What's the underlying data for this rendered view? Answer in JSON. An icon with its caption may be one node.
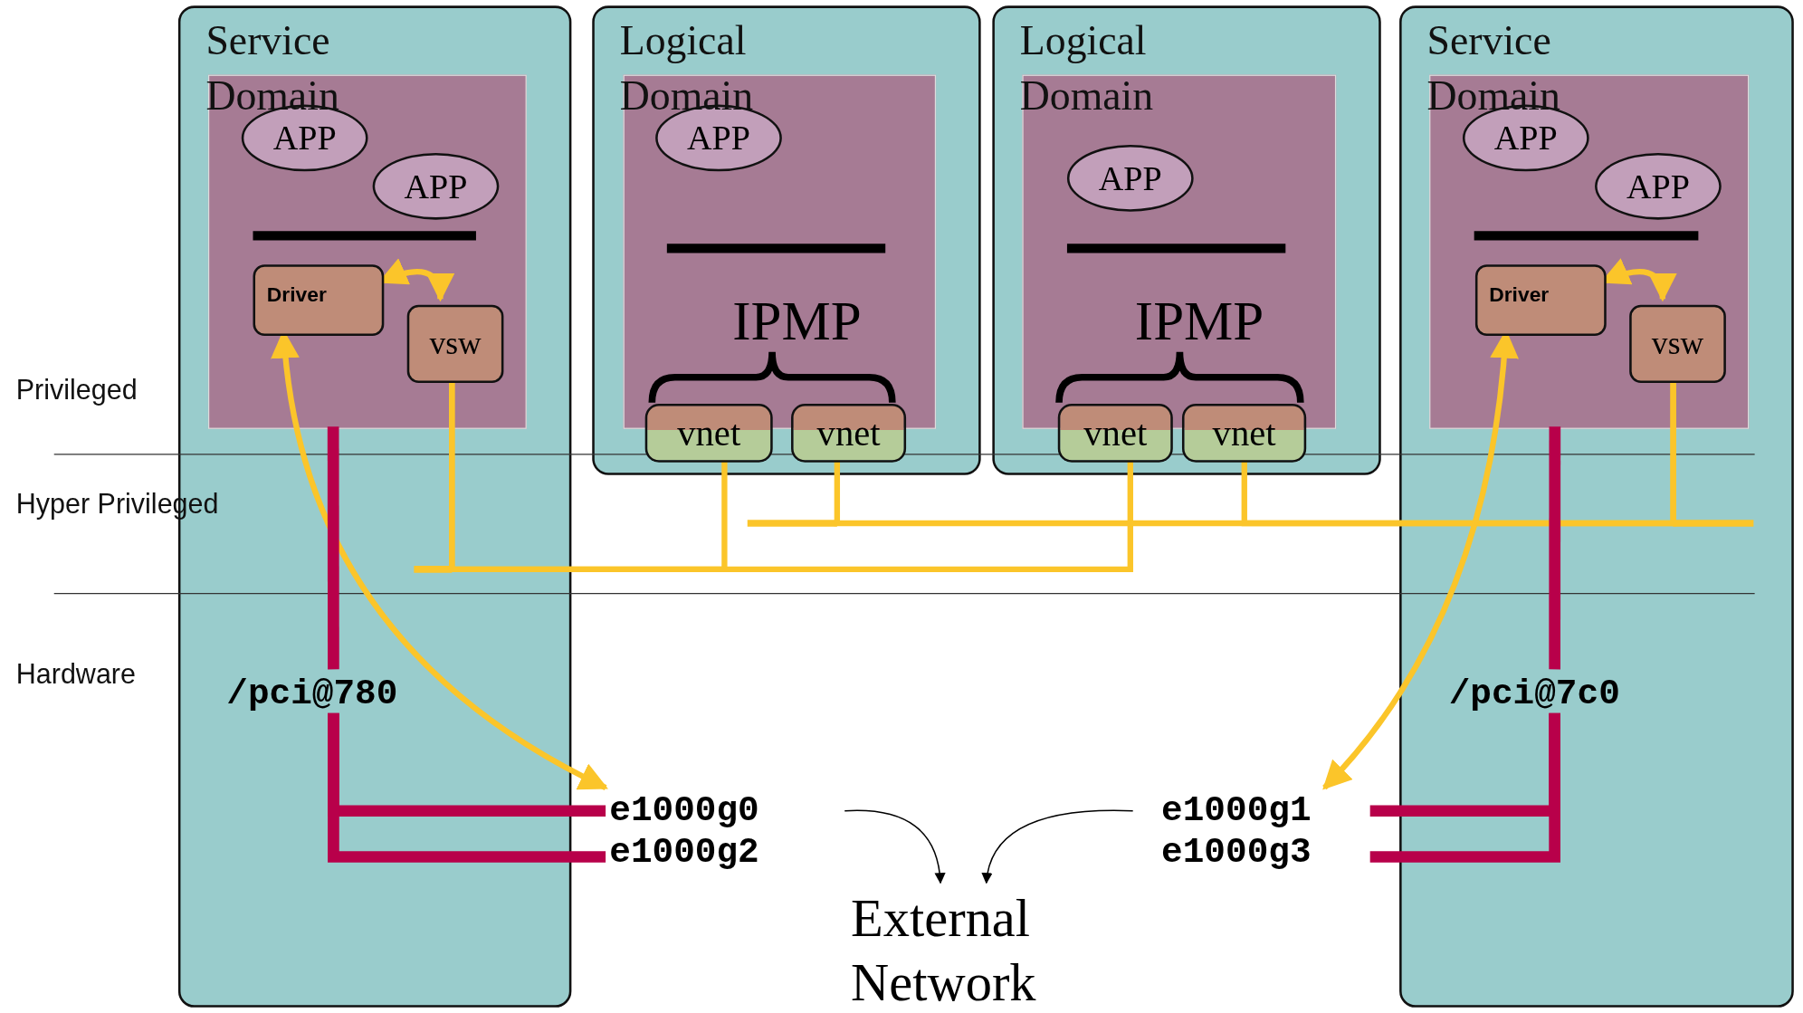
{
  "diagram": {
    "nodes": [
      {
        "text": [
          "Service Domain"
        ]
      },
      {
        "text": [],
        "shape": "box",
        "in": 0
      },
      {
        "text": [
          "APP"
        ],
        "in": 1
      },
      {
        "text": [
          "APP"
        ],
        "in": 1
      },
      {
        "text": [
          "Driver"
        ],
        "in": 1
      },
      {
        "text": [
          "vsw"
        ],
        "in": 1
      },
      {
        "text": [
          "Logical Domain"
        ]
      },
      {
        "text": [],
        "shape": "box",
        "in": 6
      },
      {
        "text": [
          "APP"
        ],
        "in": 7
      },
      {
        "text": [
          "IPMP"
        ],
        "in": 7
      },
      {
        "text": [
          "vnet"
        ],
        "in": 6
      },
      {
        "text": [
          "vnet"
        ],
        "in": 6
      },
      {
        "text": [
          "Logical Domain"
        ]
      },
      {
        "text": [],
        "shape": "box",
        "in": 12
      },
      {
        "text": [
          "APP"
        ],
        "in": 13
      },
      {
        "text": [
          "IPMP"
        ],
        "in": 13
      },
      {
        "text": [
          "vnet"
        ],
        "in": 12
      },
      {
        "text": [
          "vnet"
        ],
        "in": 12
      },
      {
        "text": [
          "Service Domain"
        ]
      },
      {
        "text": [],
        "shape": "box",
        "in": 18
      },
      {
        "text": [
          "APP"
        ],
        "in": 19
      },
      {
        "text": [
          "APP"
        ],
        "in": 19
      },
      {
        "text": [
          "Driver"
        ],
        "in": 19
      },
      {
        "text": [
          "vsw"
        ],
        "in": 19
      },
      {
        "text": [
          "/pci@780"
        ],
        "in": 0
      },
      {
        "text": [
          "e1000g0"
        ]
      },
      {
        "text": [
          "e1000g2"
        ]
      },
      {
        "text": [
          "e1000g1"
        ]
      },
      {
        "text": [
          "e1000g3"
        ]
      },
      {
        "text": [
          "/pci@7c0"
        ],
        "in": 18
      },
      {
        "text": [
          "External Network"
        ]
      }
    ],
    "edges": [
      {
        "from": 4,
        "to": 5,
        "arrow": "both"
      },
      {
        "from": 4,
        "to": 25,
        "arrow": "both"
      },
      {
        "from": 5,
        "to": 10,
        "arrow": "none"
      },
      {
        "from": 5,
        "to": 16,
        "arrow": "none"
      },
      {
        "from": 23,
        "to": 11,
        "arrow": "none"
      },
      {
        "from": 23,
        "to": 17,
        "arrow": "none"
      },
      {
        "from": 22,
        "to": 23,
        "arrow": "both"
      },
      {
        "from": 22,
        "to": 27,
        "arrow": "both"
      },
      {
        "from": 1,
        "to": 24,
        "arrow": "none",
        "style": "thick",
        "color": "#b8004a"
      },
      {
        "from": 24,
        "to": 25,
        "arrow": "none",
        "style": "thick",
        "color": "#b8004a"
      },
      {
        "from": 24,
        "to": 26,
        "arrow": "none",
        "style": "thick",
        "color": "#b8004a"
      },
      {
        "from": 19,
        "to": 29,
        "arrow": "none",
        "style": "thick",
        "color": "#b8004a"
      },
      {
        "from": 29,
        "to": 27,
        "arrow": "none",
        "style": "thick",
        "color": "#b8004a"
      },
      {
        "from": 29,
        "to": 28,
        "arrow": "none",
        "style": "thick",
        "color": "#b8004a"
      },
      {
        "from": 25,
        "to": 30,
        "arrow": "to",
        "color": "#000000"
      },
      {
        "from": 27,
        "to": 30,
        "arrow": "to",
        "color": "#000000"
      }
    ],
    "labels": [
      "Privileged",
      "Hyper Privileged",
      "Hardware"
    ]
  }
}
